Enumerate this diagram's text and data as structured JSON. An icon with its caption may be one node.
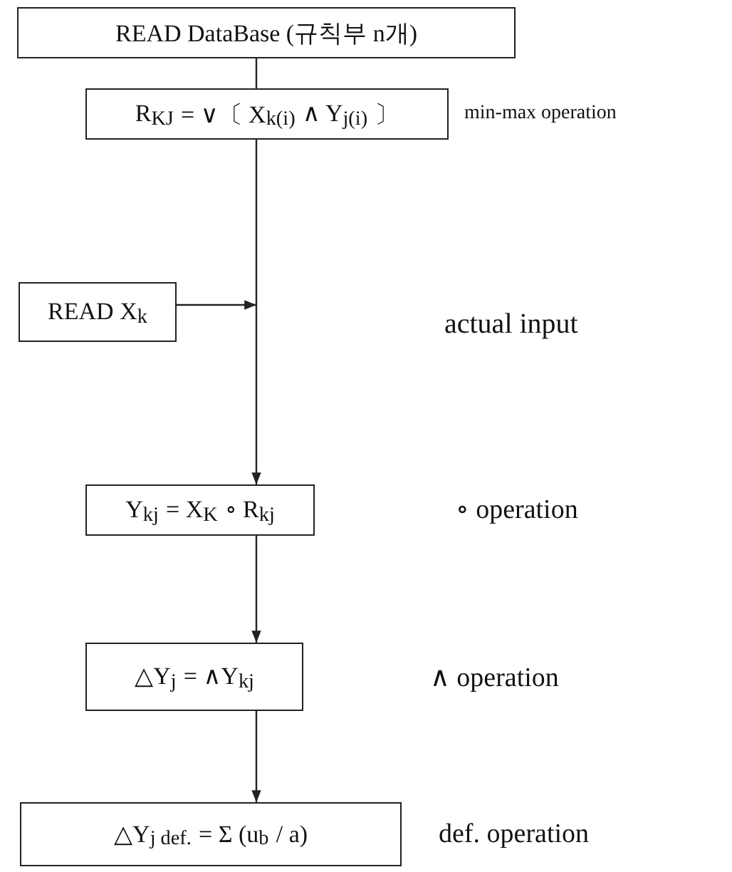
{
  "diagram": {
    "nodes": [
      {
        "text": [
          "READ DataBase (규칙부 n개)"
        ]
      },
      {
        "text": [
          "R$_{KJ}$ = ∨〔 X$_{k(i)}$ ∧ Y$_{j(i)}$ 〕"
        ],
        "beside": [
          "min-max operation"
        ]
      },
      {
        "text": [
          "READ X$_{k}$"
        ]
      },
      {
        "text": [
          "Y$_{kj}$ = X$_{K}$ ∘ R$_{kj}$"
        ]
      },
      {
        "text": [
          "△Y$_{j}$ = ∧Y$_{kj}$"
        ]
      },
      {
        "text": [
          "△Y$_{j def.}$ = Σ (u$_{b}$ / a)"
        ],
        "beside": [
          "def. operation"
        ]
      }
    ],
    "edges": [
      {
        "from": 0,
        "to": 1,
        "arrow": "none"
      },
      {
        "from": 1,
        "to": 3,
        "arrow": "to"
      },
      {
        "from": 2,
        "to": null,
        "arrow": "to"
      },
      {
        "from": 3,
        "to": 4,
        "arrow": "to"
      },
      {
        "from": 4,
        "to": 5,
        "arrow": "to"
      }
    ],
    "labels": [
      "actual input",
      "∘ operation",
      "∧ operation"
    ]
  }
}
